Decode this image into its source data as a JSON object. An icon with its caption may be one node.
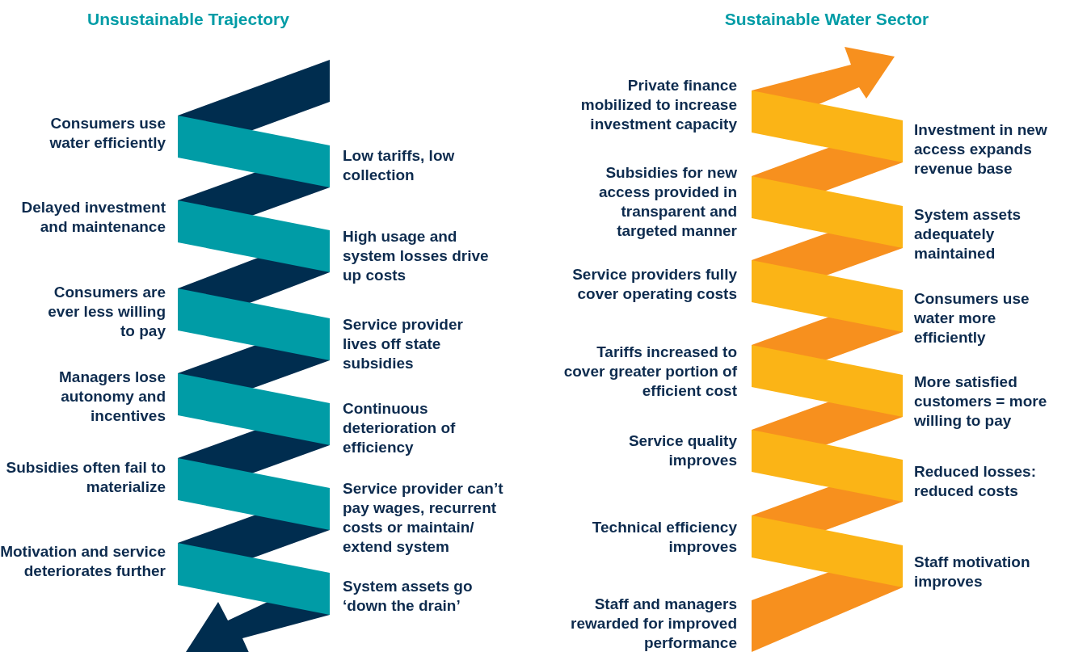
{
  "diagram": {
    "labels": [
      "Unsustainable Trajectory",
      "Consumers use water efficiently",
      "Low tariffs, low collection",
      "Delayed investment and maintenance",
      "High usage and system losses drive up costs",
      "Consumers are ever less willing to pay",
      "Service provider lives off state subsidies",
      "Managers lose autonomy and incentives",
      "Continuous deterioration of efficiency",
      "Subsidies often fail to materialize",
      "Service provider can’t pay wages, recurrent costs or maintain/ extend system",
      "Motivation and service deteriorates further",
      "System assets go ‘down the drain’",
      "Sustainable Water Sector",
      "Private finance mobilized to increase investment capacity",
      "Investment in new access expands revenue base",
      "Subsidies for new access provided in transparent and targeted manner",
      "System assets adequately maintained",
      "Service providers fully cover operating costs",
      "Consumers use water more efficiently",
      "Tariffs increased to cover greater portion of efficient cost",
      "More satisfied customers = more willing to pay",
      "Service quality improves",
      "Reduced losses: reduced costs",
      "Technical efficiency improves",
      "Staff motivation improves",
      "Staff and managers rewarded for improved performance"
    ]
  }
}
